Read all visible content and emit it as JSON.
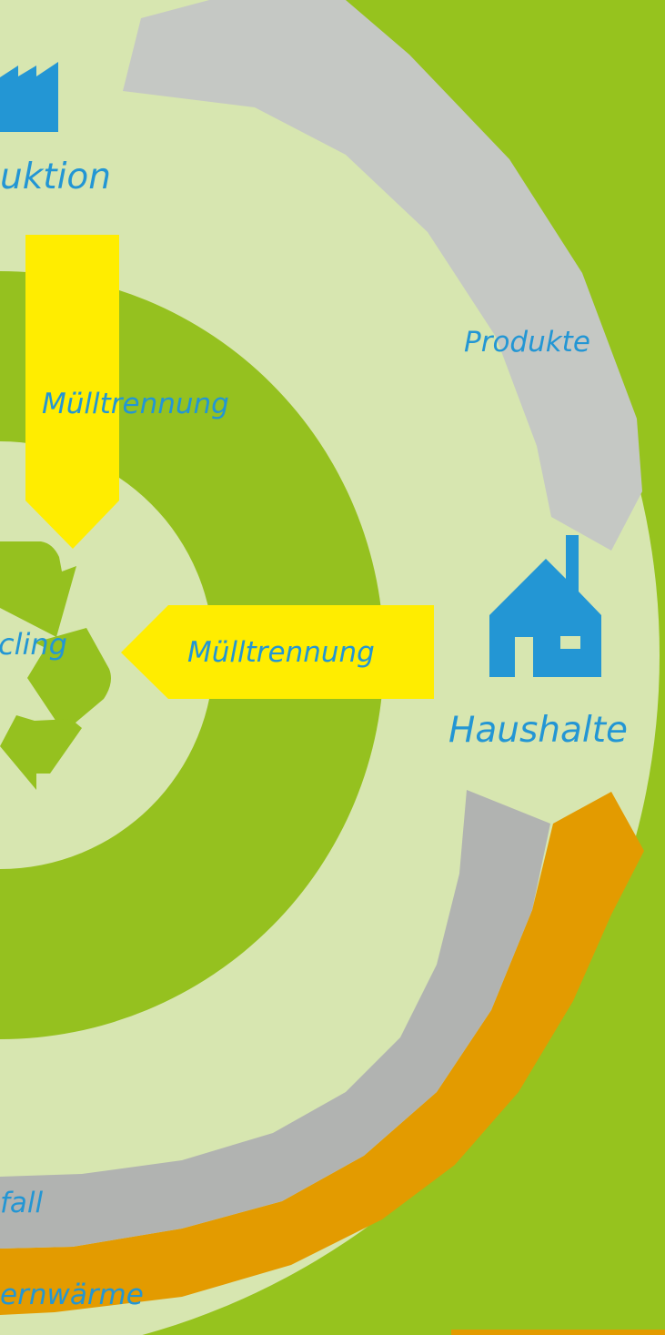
{
  "labels": {
    "produktion": "uktion",
    "produkte": "Produkte",
    "muelltrennung_top": "Mülltrennung",
    "muelltrennung_right": "Mülltrennung",
    "recycling": "cling",
    "haushalte": "Haushalte",
    "abfall": "fall",
    "fernwaerme": "ernwärme"
  },
  "colors": {
    "background": "#96c31e",
    "pale_green": "#d7e6b0",
    "ring_green": "#95c11f",
    "grey": "#c5c8c4",
    "grey_dark": "#b1b3b1",
    "orange": "#e39b00",
    "yellow": "#ffed00",
    "blue": "#2396d4"
  },
  "icons": {
    "factory": "factory-icon",
    "house": "house-icon",
    "recycle": "recycle-icon"
  }
}
